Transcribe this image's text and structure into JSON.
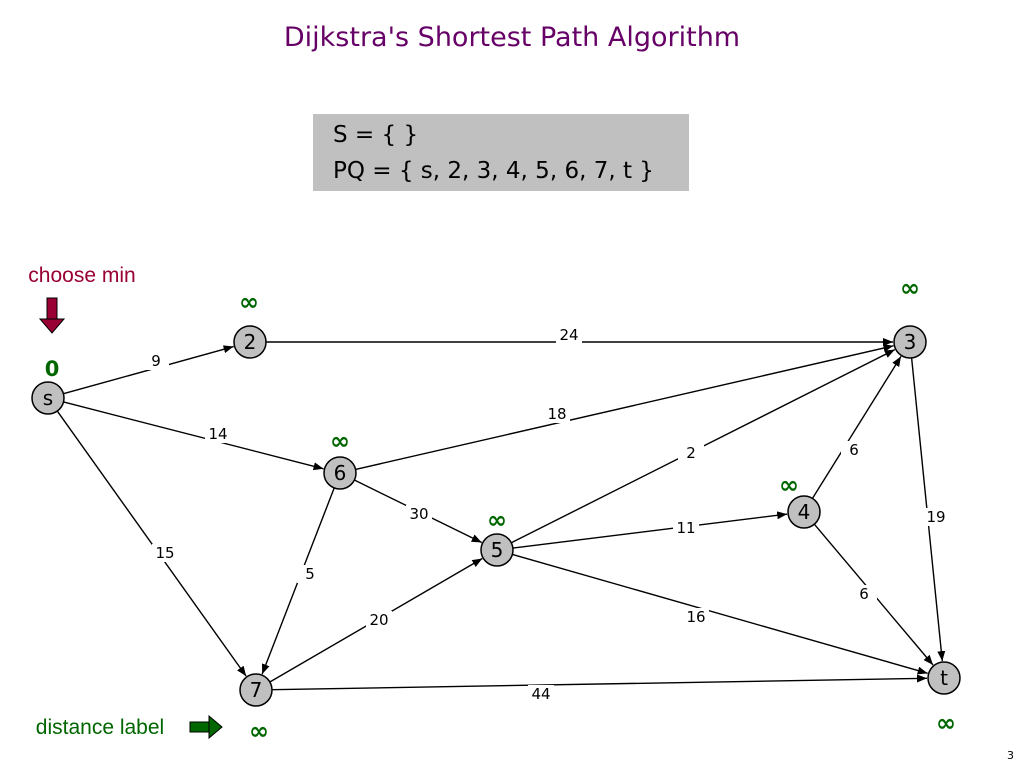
{
  "title": "Dijkstra's Shortest Path Algorithm",
  "state": {
    "s_line": "S = {  }",
    "pq_line": "PQ = { s, 2, 3, 4, 5, 6, 7, t }"
  },
  "labels": {
    "choose_min": "choose min",
    "distance_label": "distance label"
  },
  "page_number": "3",
  "colors": {
    "title": "#660066",
    "infinity": "#006600",
    "choose_min": "#990033",
    "distance_label": "#006600",
    "node_fill": "#c0c0c0"
  },
  "nodes": [
    {
      "id": "s",
      "label": "s",
      "distance": "0"
    },
    {
      "id": "2",
      "label": "2",
      "distance": "∞"
    },
    {
      "id": "3",
      "label": "3",
      "distance": "∞"
    },
    {
      "id": "4",
      "label": "4",
      "distance": "∞"
    },
    {
      "id": "5",
      "label": "5",
      "distance": "∞"
    },
    {
      "id": "6",
      "label": "6",
      "distance": "∞"
    },
    {
      "id": "7",
      "label": "7",
      "distance": "∞"
    },
    {
      "id": "t",
      "label": "t",
      "distance": "∞"
    }
  ],
  "edges": [
    {
      "from": "s",
      "to": "2",
      "weight": "9"
    },
    {
      "from": "s",
      "to": "6",
      "weight": "14"
    },
    {
      "from": "s",
      "to": "7",
      "weight": "15"
    },
    {
      "from": "2",
      "to": "3",
      "weight": "24"
    },
    {
      "from": "6",
      "to": "3",
      "weight": "18"
    },
    {
      "from": "6",
      "to": "5",
      "weight": "30"
    },
    {
      "from": "6",
      "to": "7",
      "weight": "5"
    },
    {
      "from": "5",
      "to": "3",
      "weight": "2"
    },
    {
      "from": "5",
      "to": "4",
      "weight": "11"
    },
    {
      "from": "5",
      "to": "t",
      "weight": "16"
    },
    {
      "from": "4",
      "to": "3",
      "weight": "6"
    },
    {
      "from": "4",
      "to": "t",
      "weight": "6"
    },
    {
      "from": "3",
      "to": "t",
      "weight": "19"
    },
    {
      "from": "7",
      "to": "5",
      "weight": "20"
    },
    {
      "from": "7",
      "to": "t",
      "weight": "44"
    }
  ]
}
